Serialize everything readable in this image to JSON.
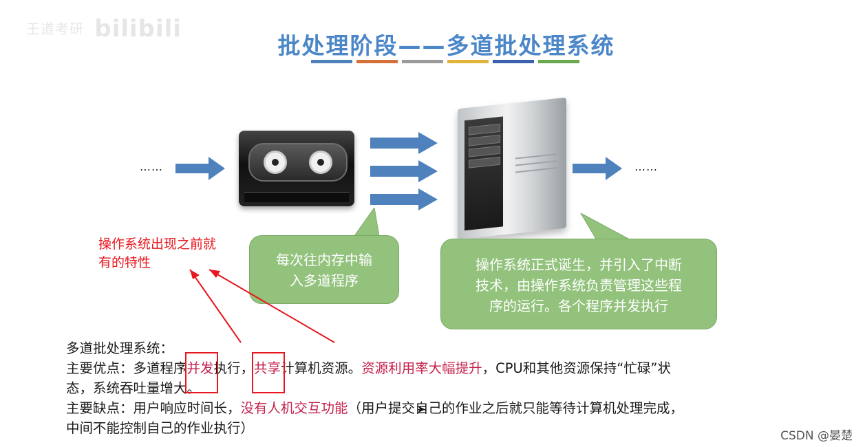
{
  "watermark": {
    "text": "王道考研",
    "logo": "bilibili"
  },
  "title": "批处理阶段——多道批处理系统",
  "title_bar_colors": [
    "#4f81bd",
    "#d4703a",
    "#9a9a9a",
    "#e0b43a",
    "#3d62ad",
    "#6aa84f"
  ],
  "diagram": {
    "left_dots": "……",
    "right_dots": "……",
    "arrow_color": "#4f81bd",
    "bubble_left": {
      "line1": "每次往内存中输",
      "line2": "入多道程序"
    },
    "bubble_right": {
      "line1": "操作系统正式诞生，并引入了中断",
      "line2": "技术，由操作系统负责管理这些程",
      "line3": "序的运行。各个程序并发执行"
    },
    "bubble_color": "#92c27c"
  },
  "annotation": {
    "line1": "操作系统出现之前就",
    "line2": "有的特性"
  },
  "body": {
    "heading": "多道批处理系统：",
    "adv_prefix": "主要优点：多道程序",
    "adv_kw1": "并发",
    "adv_mid": "执行，",
    "adv_kw2": "共享",
    "adv_mid2": "计算机资源。",
    "adv_hl": "资源利用率大幅提升",
    "adv_rest": "，CPU和其他资源保持“忙碌”状",
    "adv_line2": "态，系统吞吐量增大。",
    "dis_prefix": "主要缺点：用户响应时间长，",
    "dis_hl": "没有人机交互功能",
    "dis_rest": "（用户提交自己的作业之后就只能等待计算机处理完成，",
    "dis_line2": "中间不能控制自己的作业执行）"
  },
  "footer": {
    "credit": "CSDN @晏楚"
  }
}
